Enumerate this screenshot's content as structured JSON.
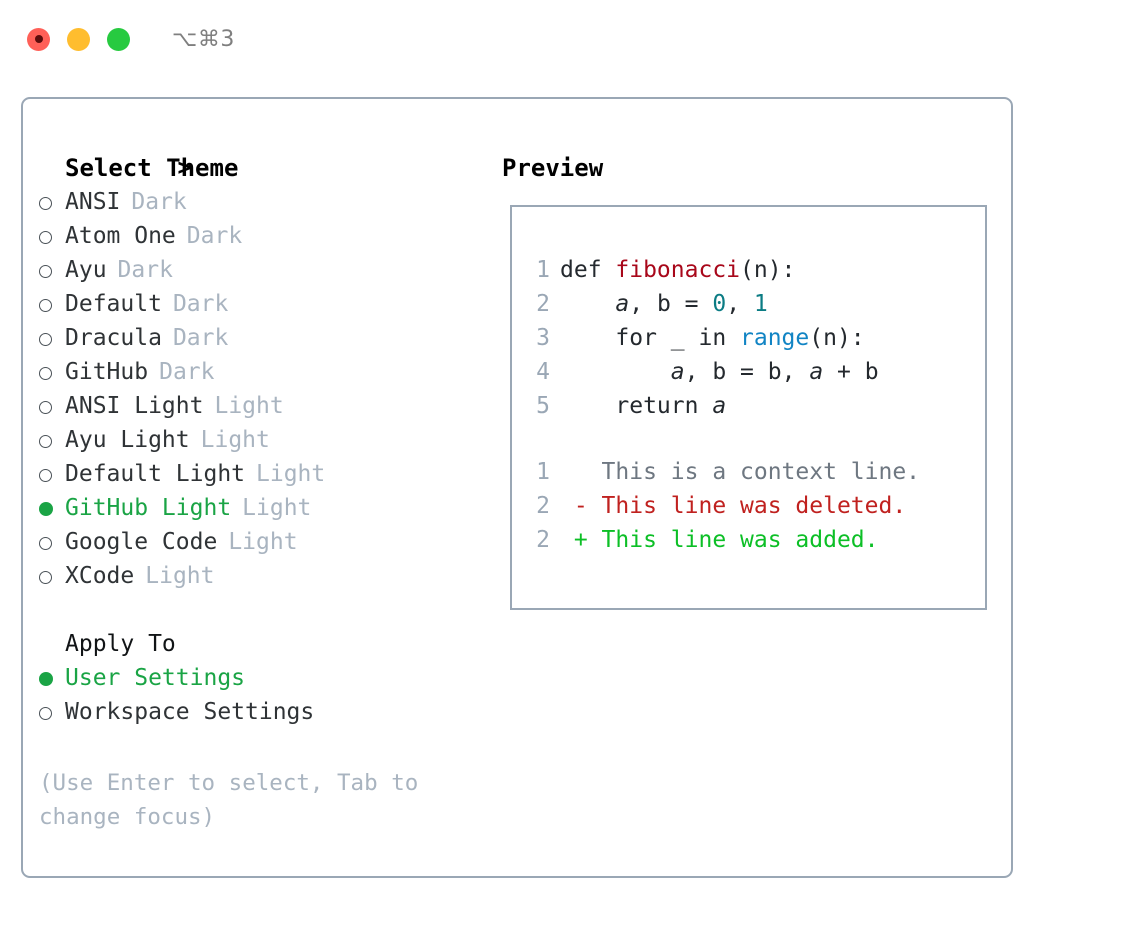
{
  "titlebar": {
    "lights": [
      {
        "name": "close-button",
        "color": "#ff6058",
        "recording": true
      },
      {
        "name": "minimize-button",
        "color": "#ffbd2e",
        "recording": false
      },
      {
        "name": "maximize-button",
        "color": "#27ca40",
        "recording": false
      }
    ],
    "shortcut": "⌥⌘3"
  },
  "theme_list": {
    "header": {
      "marker": ">",
      "label": "Select Theme"
    },
    "items": [
      {
        "label": "ANSI",
        "badge": "Dark",
        "selected": false
      },
      {
        "label": "Atom One",
        "badge": "Dark",
        "selected": false
      },
      {
        "label": "Ayu",
        "badge": "Dark",
        "selected": false
      },
      {
        "label": "Default",
        "badge": "Dark",
        "selected": false
      },
      {
        "label": "Dracula",
        "badge": "Dark",
        "selected": false
      },
      {
        "label": "GitHub",
        "badge": "Dark",
        "selected": false
      },
      {
        "label": "ANSI Light",
        "badge": "Light",
        "selected": false
      },
      {
        "label": "Ayu Light",
        "badge": "Light",
        "selected": false
      },
      {
        "label": "Default Light",
        "badge": "Light",
        "selected": false
      },
      {
        "label": "GitHub Light",
        "badge": "Light",
        "selected": true
      },
      {
        "label": "Google Code",
        "badge": "Light",
        "selected": false
      },
      {
        "label": "XCode",
        "badge": "Light",
        "selected": false
      }
    ]
  },
  "apply_to": {
    "header": "Apply To",
    "items": [
      {
        "label": "User Settings",
        "selected": true
      },
      {
        "label": "Workspace Settings",
        "selected": false
      }
    ]
  },
  "hint": "(Use Enter to select, Tab to change focus)",
  "preview": {
    "title": "Preview",
    "code_lines": [
      {
        "num": "1",
        "tokens": [
          {
            "t": "def ",
            "c": "kw"
          },
          {
            "t": "fibonacci",
            "c": "fn"
          },
          {
            "t": "(n):",
            "c": "punc"
          }
        ]
      },
      {
        "num": "2",
        "tokens": [
          {
            "t": "    ",
            "c": "plain"
          },
          {
            "t": "a",
            "c": "var"
          },
          {
            "t": ", ",
            "c": "punc"
          },
          {
            "t": "b",
            "c": "plain"
          },
          {
            "t": " = ",
            "c": "punc"
          },
          {
            "t": "0",
            "c": "num"
          },
          {
            "t": ", ",
            "c": "punc"
          },
          {
            "t": "1",
            "c": "num"
          }
        ]
      },
      {
        "num": "3",
        "tokens": [
          {
            "t": "    for _ in ",
            "c": "kw"
          },
          {
            "t": "range",
            "c": "builtin"
          },
          {
            "t": "(n):",
            "c": "punc"
          }
        ]
      },
      {
        "num": "4",
        "tokens": [
          {
            "t": "        ",
            "c": "plain"
          },
          {
            "t": "a",
            "c": "var"
          },
          {
            "t": ", ",
            "c": "punc"
          },
          {
            "t": "b",
            "c": "plain"
          },
          {
            "t": " = ",
            "c": "punc"
          },
          {
            "t": "b",
            "c": "plain"
          },
          {
            "t": ", ",
            "c": "punc"
          },
          {
            "t": "a",
            "c": "var"
          },
          {
            "t": " + ",
            "c": "punc"
          },
          {
            "t": "b",
            "c": "plain"
          }
        ]
      },
      {
        "num": "5",
        "tokens": [
          {
            "t": "    return ",
            "c": "kw"
          },
          {
            "t": "a",
            "c": "var"
          }
        ]
      }
    ],
    "diff_lines": [
      {
        "num": "1",
        "sign": " ",
        "text": "This is a context line.",
        "kind": "ctx"
      },
      {
        "num": "2",
        "sign": "-",
        "text": "This line was deleted.",
        "kind": "del"
      },
      {
        "num": "2",
        "sign": "+",
        "text": "This line was added.",
        "kind": "add"
      }
    ]
  },
  "colors": {
    "accent_green": "#1aa445",
    "border": "#9aa7b5",
    "muted": "#a9b4c0",
    "diff_del": "#c0211f",
    "diff_add": "#0cbf26",
    "fn_red": "#a8071a",
    "builtin_blue": "#1184c4",
    "num_teal": "#0b7c84"
  }
}
